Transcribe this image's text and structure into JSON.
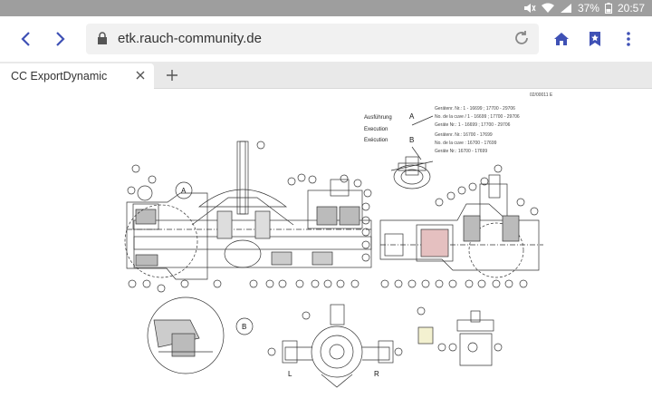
{
  "status_bar": {
    "battery": "37%",
    "time": "20:57"
  },
  "browser": {
    "url": "etk.rauch-community.de",
    "tab_title": "CC ExportDynamic"
  },
  "drawing": {
    "doc_code": "02/00011 E",
    "legend_headings": [
      "Ausführung",
      "Execution",
      "Exécution"
    ],
    "variant_a": "A",
    "variant_b": "B",
    "legend_lines": [
      "Gerätenr. Nr.: 1 - 16699 ; 17700 - 29706",
      "No. de la cuve / 1 - 16699 ; 17700 - 29706",
      "Geräte Nr.: 1 - 16699 ; 17700 - 29706",
      "Gerätenr. Nr.: 16700 - 17699",
      "No. de la cuve : 16700 - 17699",
      "Geräte Nr.: 16700 - 17699"
    ],
    "detail_a": "A",
    "detail_b": "B",
    "left_label": "L",
    "right_label": "R"
  }
}
